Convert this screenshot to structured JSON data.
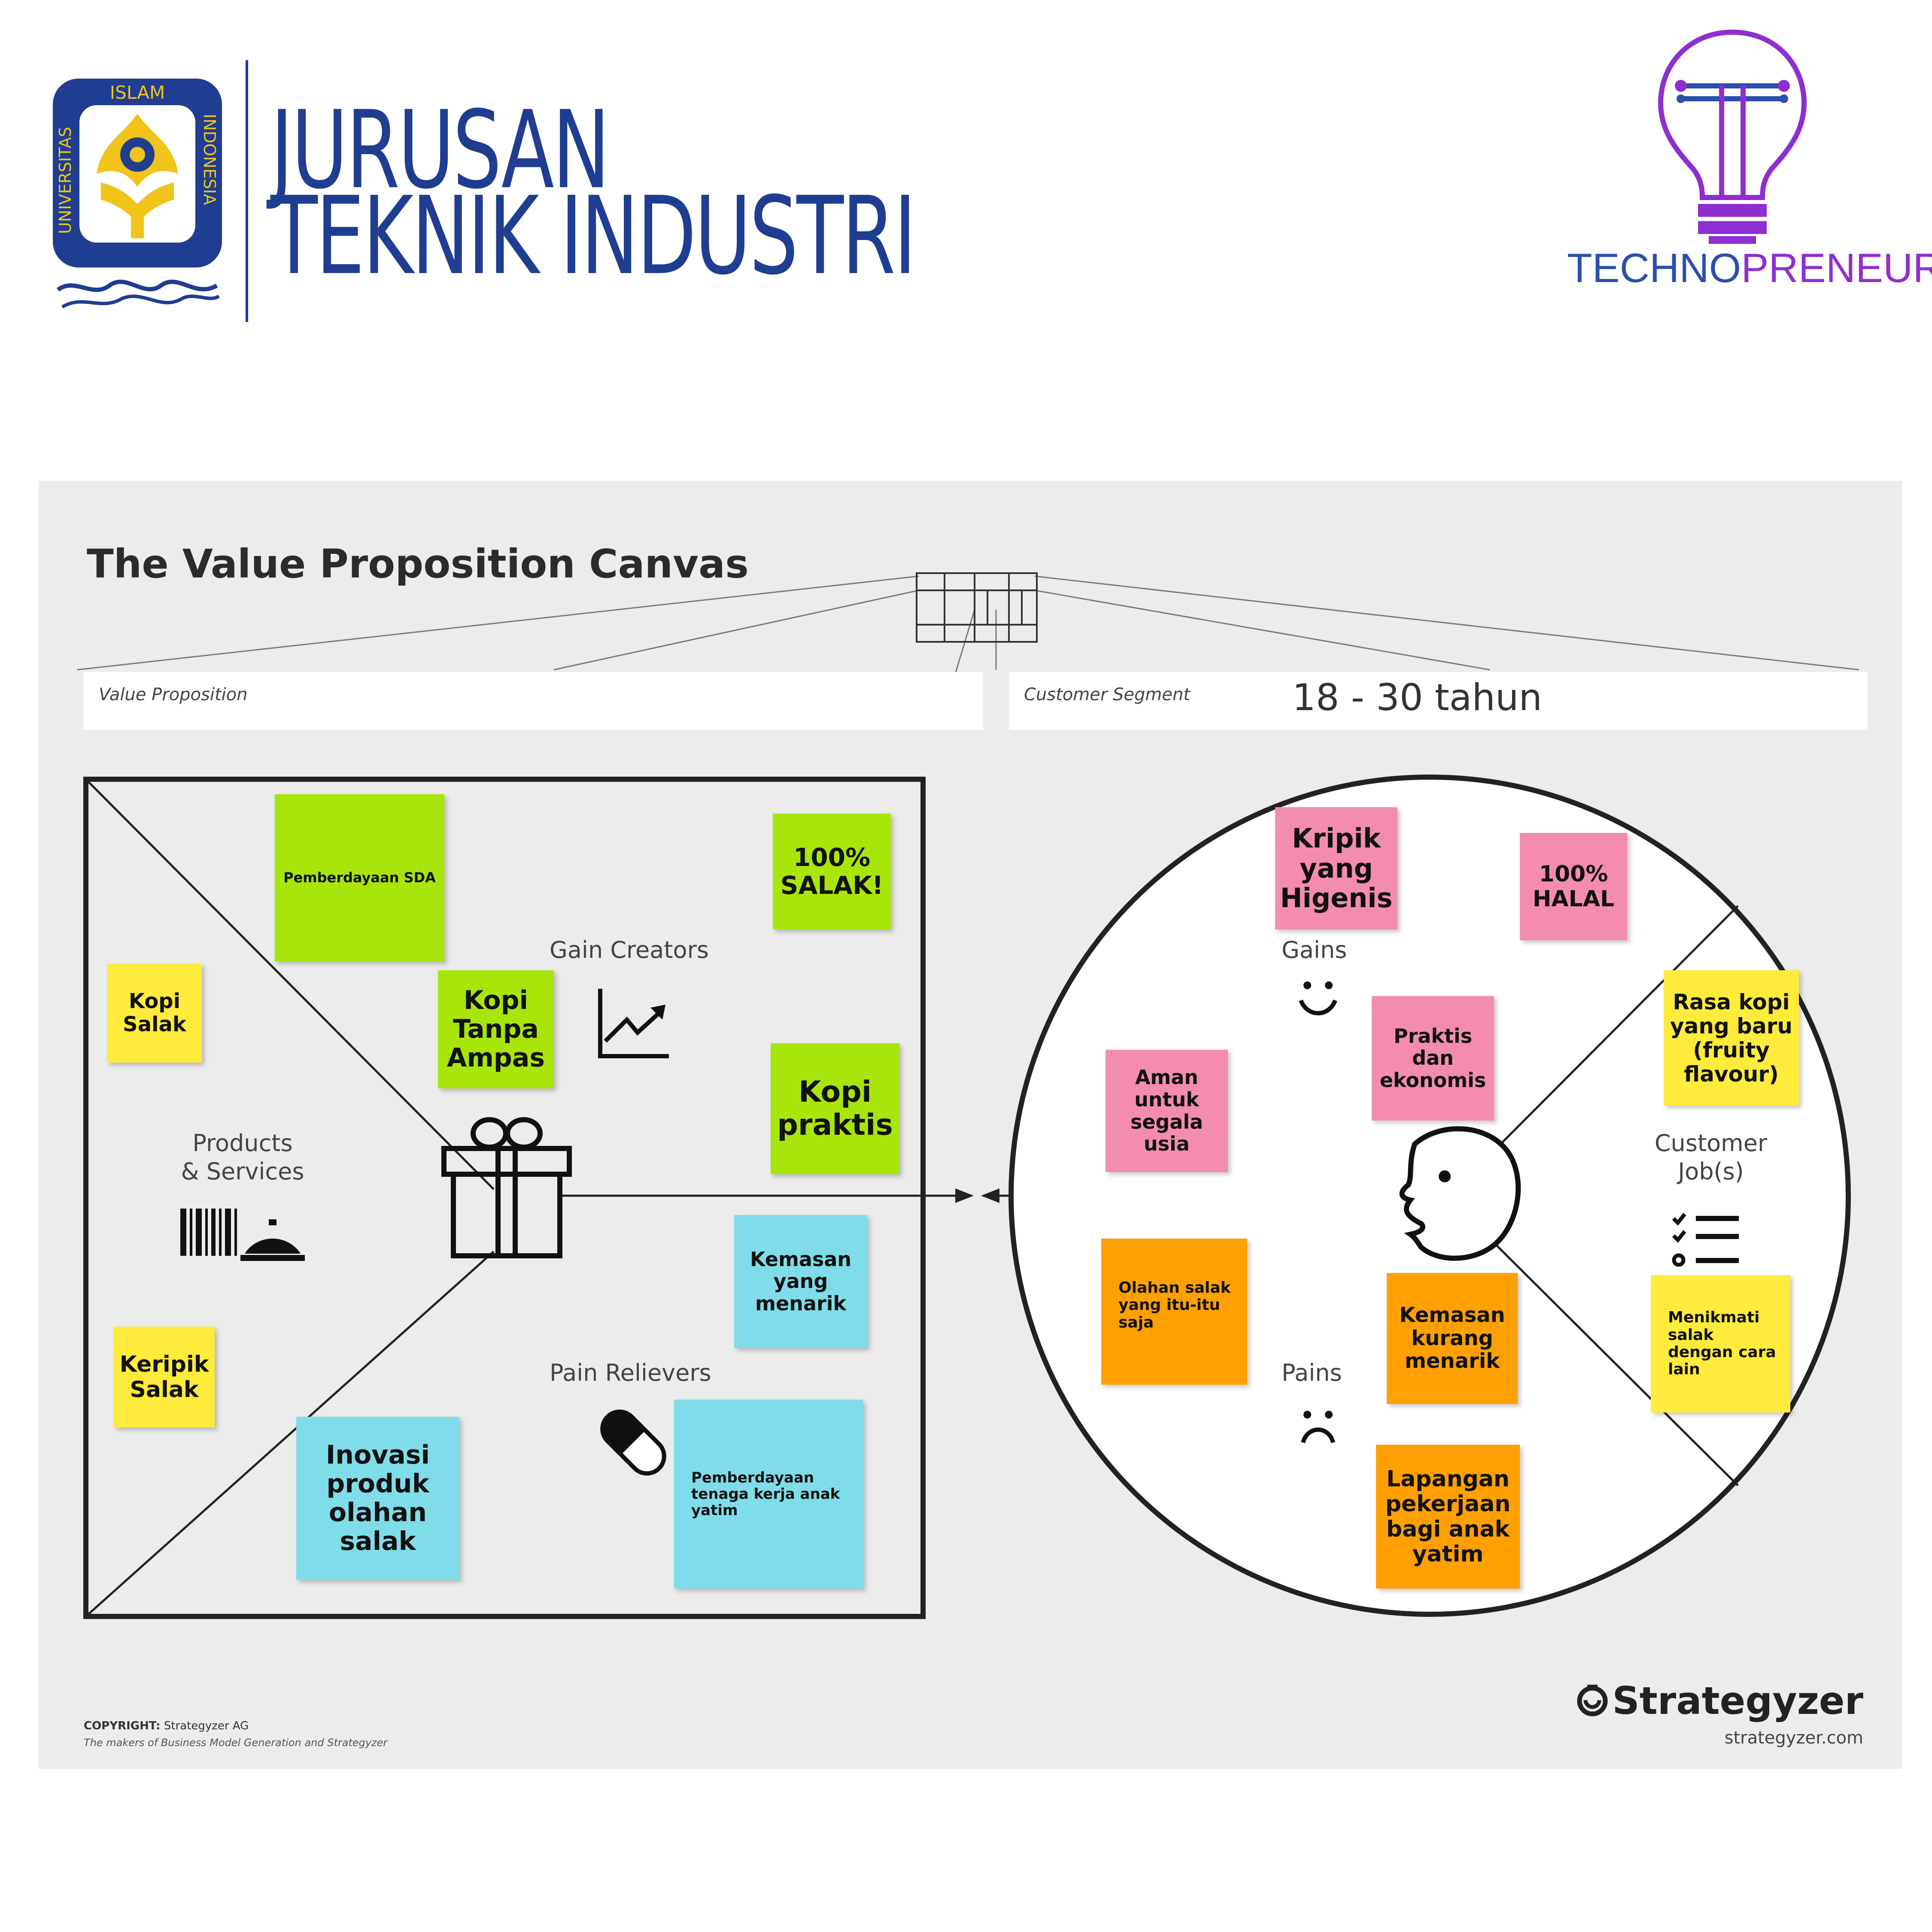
{
  "header": {
    "logo_left": {
      "ring_top": "ISLAM",
      "ring_left": "UNIVERSITAS",
      "ring_right": "INDONESIA"
    },
    "department_line1": "JURUSAN",
    "department_line2": "TEKNIK INDUSTRI",
    "logo_right_text_part1": "TECHNO",
    "logo_right_text_part2": "PRENEUR"
  },
  "canvas": {
    "title": "The Value Proposition Canvas",
    "value_proposition_label": "Value Proposition",
    "customer_segment_label": "Customer Segment",
    "customer_segment_value": "18 - 30 tahun",
    "labels": {
      "gain_creators": "Gain Creators",
      "products_services_1": "Products",
      "products_services_2": "& Services",
      "pain_relievers": "Pain Relievers",
      "gains": "Gains",
      "pains": "Pains",
      "customer_jobs_1": "Customer",
      "customer_jobs_2": "Job(s)"
    },
    "notes": {
      "pemberdayaan_sda": "Pemberdayaan SDA",
      "salak_100": "100% SALAK!",
      "kopi_salak": "Kopi Salak",
      "kopi_tanpa_ampas": "Kopi Tanpa Ampas",
      "kopi_praktis": "Kopi praktis",
      "kemasan_menarik": "Kemasan yang menarik",
      "keripik_salak": "Keripik Salak",
      "inovasi_produk": "Inovasi produk olahan salak",
      "pemberdayaan_yatim": "Pemberdayaan tenaga kerja anak yatim",
      "kripik_higenis": "Kripik yang Higenis",
      "halal_100": "100% HALAL",
      "praktis_ekonomis": "Praktis dan ekonomis",
      "aman_usia": "Aman untuk segala usia",
      "rasa_kopi": "Rasa kopi yang baru (fruity flavour)",
      "olahan_salak": "Olahan salak yang itu-itu saja",
      "kemasan_kurang": "Kemasan kurang menarik",
      "menikmati_salak": "Menikmati salak dengan cara lain",
      "lapangan_pekerjaan": "Lapangan pekerjaan bagi anak yatim"
    },
    "footer": {
      "copyright_bold": "COPYRIGHT:",
      "copyright": " Strategyzer AG",
      "tagline": "The makers of Business Model Generation and Strategyzer",
      "brand": "Strategyzer",
      "url": "strategyzer.com"
    }
  },
  "colors": {
    "navy": "#1f3d91",
    "purple": "#8e2fd1",
    "note_green": "#a8e50a",
    "note_yellow": "#ffeb3b",
    "note_cyan": "#7fdde9",
    "note_pink": "#f48cb2",
    "note_orange": "#ffa000"
  }
}
